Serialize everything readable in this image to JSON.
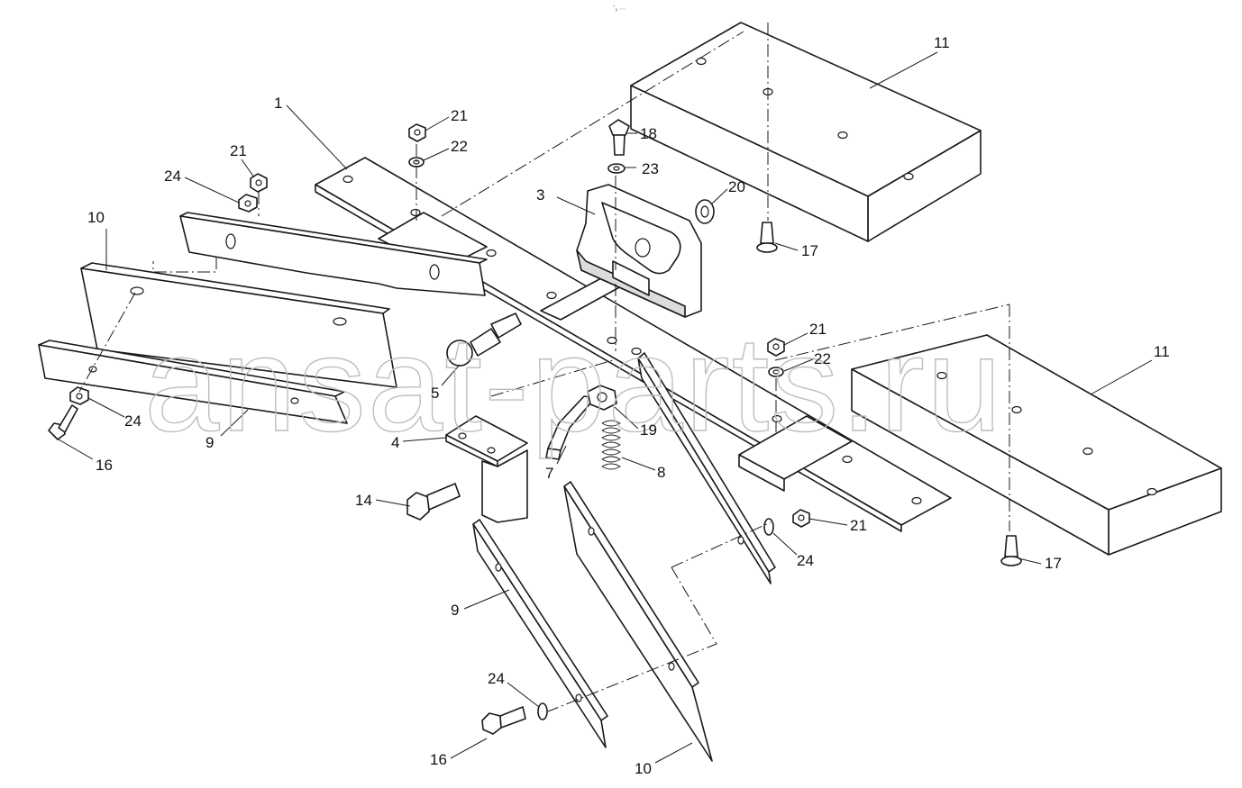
{
  "watermark": "ansat-parts.ru",
  "header_mark": "ˉₓ ∙∙∙",
  "callouts": {
    "c1": "1",
    "c3": "3",
    "c4": "4",
    "c5": "5",
    "c7": "7",
    "c8": "8",
    "c9a": "9",
    "c9b": "9",
    "c10a": "10",
    "c10b": "10",
    "c11a": "11",
    "c11b": "11",
    "c14": "14",
    "c16a": "16",
    "c16b": "16",
    "c17a": "17",
    "c17b": "17",
    "c18": "18",
    "c19": "19",
    "c20": "20",
    "c21a": "21",
    "c21b": "21",
    "c21c": "21",
    "c21d": "21",
    "c22a": "22",
    "c22b": "22",
    "c23": "23",
    "c24a": "24",
    "c24b": "24",
    "c24c": "24",
    "c24d": "24"
  }
}
